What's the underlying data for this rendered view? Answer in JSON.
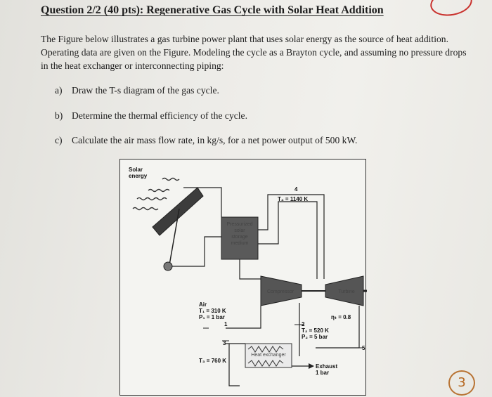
{
  "question": {
    "title": "Question 2/2 (40 pts): Regenerative Gas Cycle with Solar Heat Addition",
    "intro": "The Figure below illustrates a gas turbine power plant that uses solar energy as the source of heat addition. Operating data are given on the Figure. Modeling the cycle as a Brayton cycle, and assuming no pressure drops in the heat exchanger or interconnecting piping:",
    "items": [
      {
        "label": "a)",
        "text": "Draw the T-s diagram of the gas cycle."
      },
      {
        "label": "b)",
        "text": "Determine the thermal efficiency of the cycle."
      },
      {
        "label": "c)",
        "text": "Calculate the air mass flow rate, in kg/s, for a net power output of 500 kW."
      }
    ]
  },
  "figure": {
    "solar_energy": [
      "Solar",
      "energy"
    ],
    "storage": [
      "Pressurized",
      "solar",
      "storage",
      "medium"
    ],
    "t4": "T₄ = 1140 K",
    "state4": "4",
    "compressor": "Compressor",
    "turbine": "Turbine",
    "heat_exchanger": "Heat exchanger",
    "air": [
      "Air",
      "T₁ = 310 K",
      "P₁ = 1 bar"
    ],
    "state1": "1",
    "state2": "2",
    "state2_vals": [
      "T₂ = 520 K",
      "P₂ = 5 bar"
    ],
    "state3": "3",
    "t3": "T₃ = 760 K",
    "state5": "5",
    "eta_t": "ηₜ = 0.8",
    "exhaust": [
      "Exhaust",
      "1 bar"
    ]
  },
  "page_number": "3"
}
